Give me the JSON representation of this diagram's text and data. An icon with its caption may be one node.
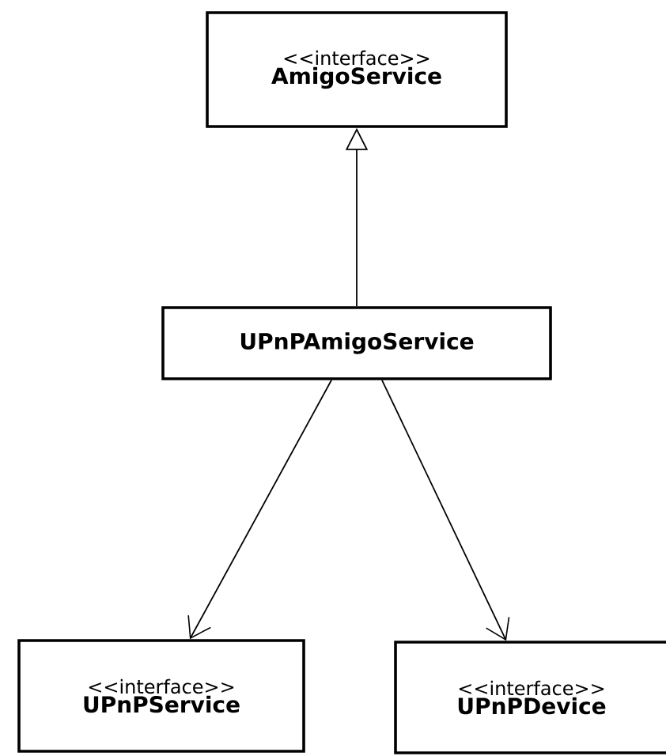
{
  "diagram": {
    "nodes": [
      {
        "text": [
          "<<interface>>",
          "AmigoService"
        ]
      },
      {
        "text": [
          "UPnPAmigoService"
        ]
      },
      {
        "text": [
          "<<interface>>",
          "UPnPService"
        ]
      },
      {
        "text": [
          "<<interface>>",
          "UPnPDevice"
        ]
      }
    ],
    "edges": [
      {
        "from": 1,
        "to": 0,
        "arrow": "to"
      },
      {
        "from": 1,
        "to": 2,
        "arrow": "to"
      },
      {
        "from": 1,
        "to": 3,
        "arrow": "to"
      }
    ]
  }
}
